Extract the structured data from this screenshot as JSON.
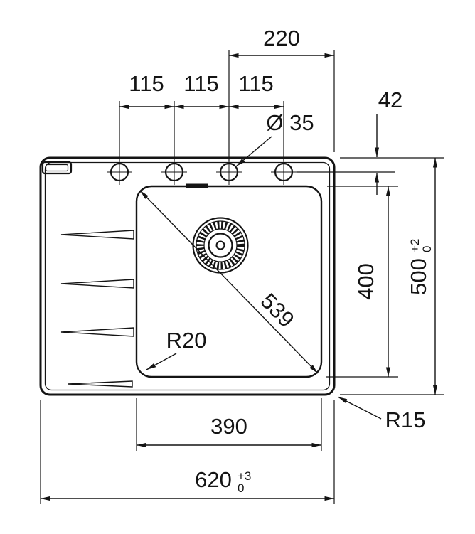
{
  "drawing": {
    "dims": {
      "hole_pitch_1": "115",
      "hole_pitch_2": "115",
      "hole_pitch_3": "115",
      "tap_zone_width": "220",
      "hole_diameter": "Ø 35",
      "hole_offset": "42",
      "bowl_length": "400",
      "overall_depth": "500",
      "overall_depth_tol_upper": "+2",
      "overall_depth_tol_lower": "0",
      "bowl_diagonal": "539",
      "bowl_corner_radius": "R20",
      "outer_corner_radius": "R15",
      "bowl_width": "390",
      "overall_width": "620",
      "overall_width_tol_upper": "+3",
      "overall_width_tol_lower": "0"
    },
    "colors": {
      "line": "#141414",
      "background": "#ffffff"
    }
  }
}
